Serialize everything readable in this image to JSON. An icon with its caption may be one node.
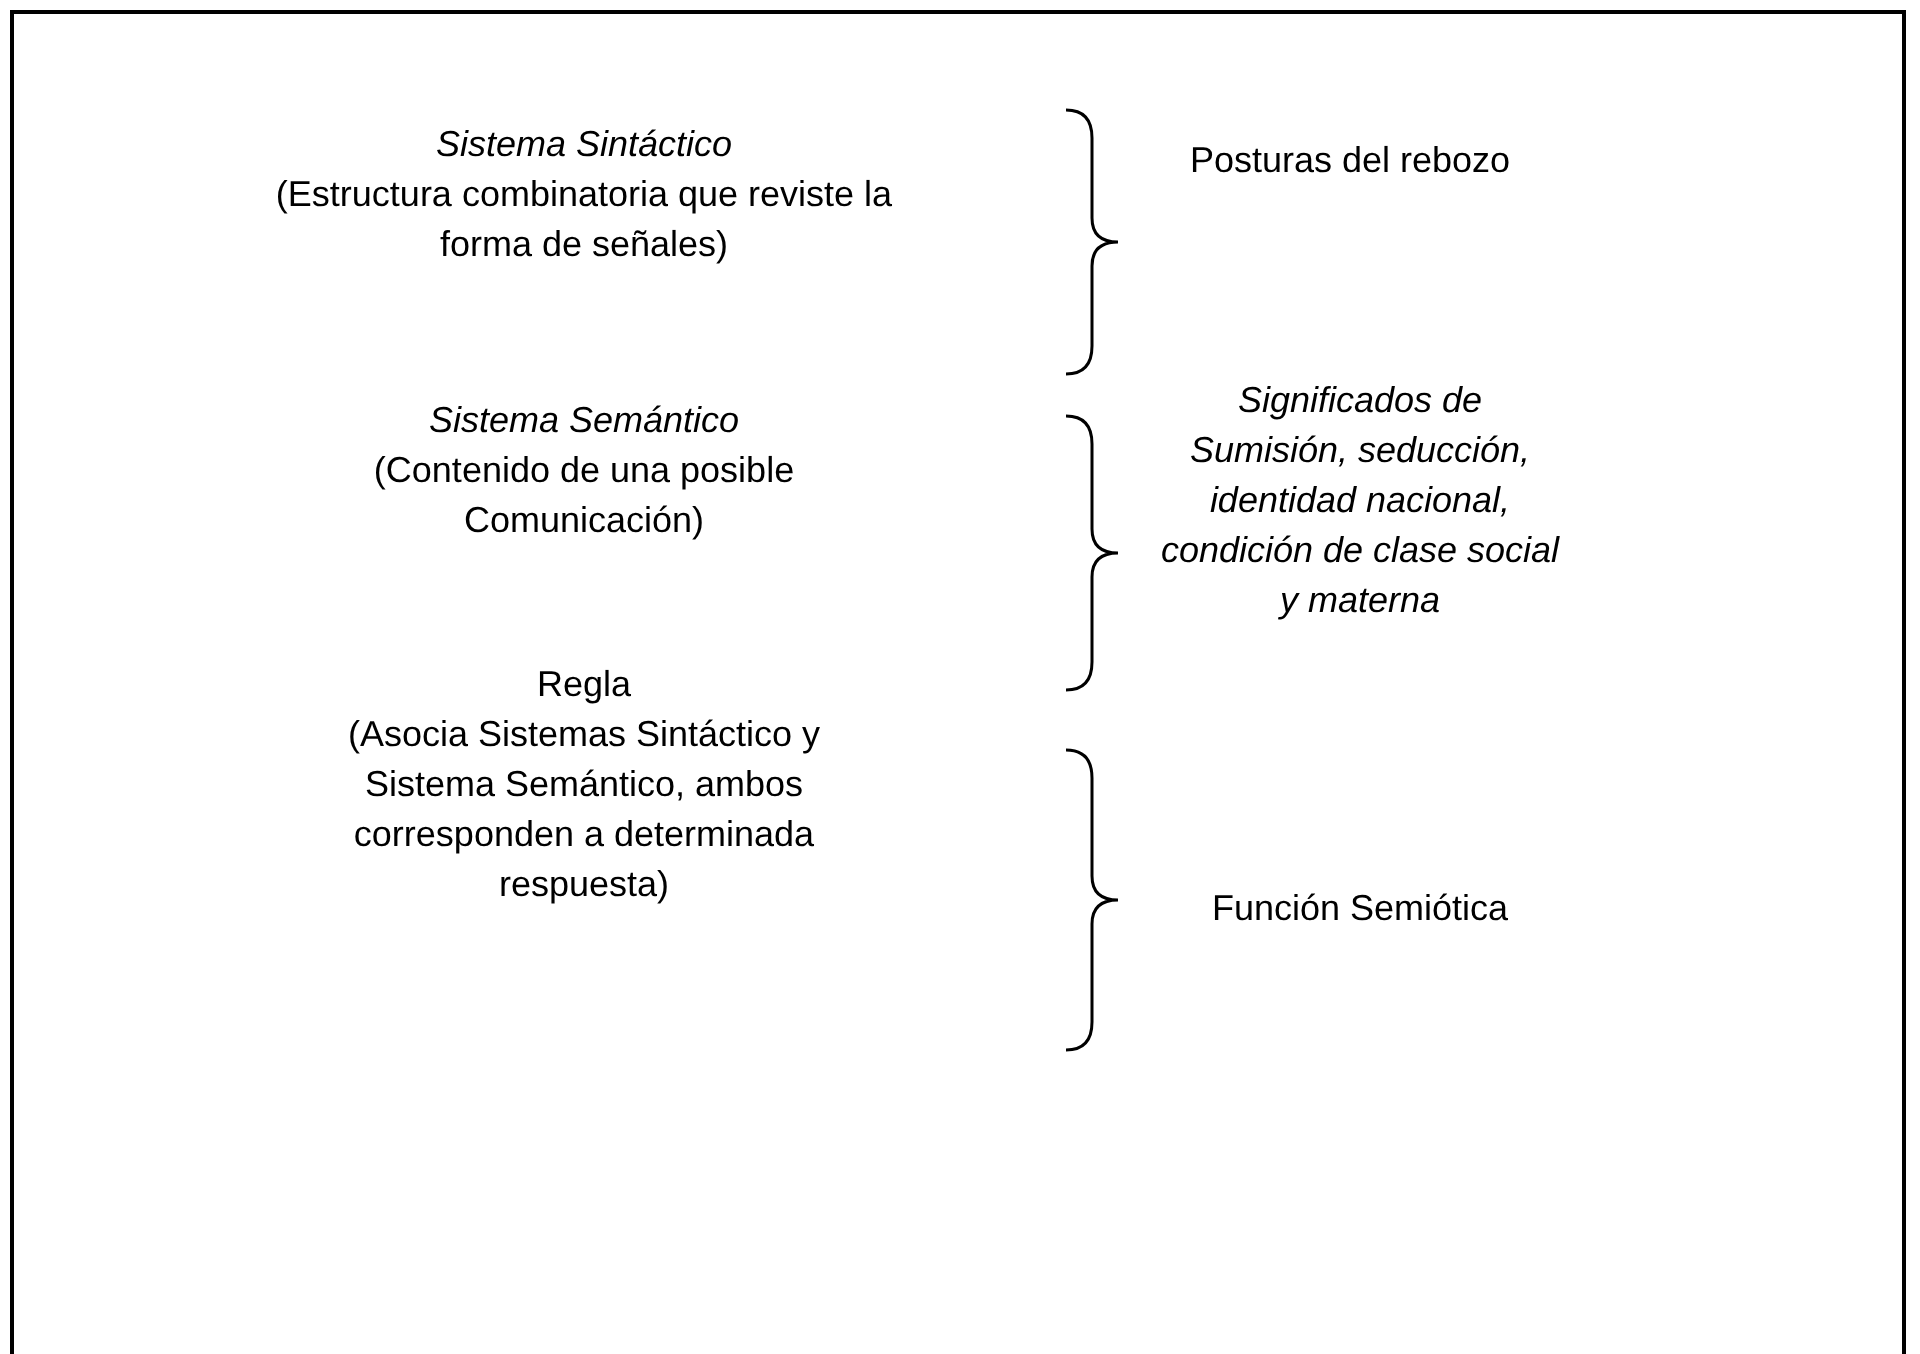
{
  "diagram": {
    "labels": [
      "Sistema Sintáctico",
      "(Estructura combinatoria que reviste la forma de señales)",
      "Posturas del rebozo",
      "Sistema Semántico",
      "(Contenido de una posible Comunicación)",
      "Significados de Sumisión, seducción, identidad nacional, condición de clase social y materna",
      "Regla",
      "(Asocia Sistemas Sintáctico y Sistema Semántico, ambos corresponden a determinada respuesta)",
      "Función Semiótica"
    ]
  }
}
